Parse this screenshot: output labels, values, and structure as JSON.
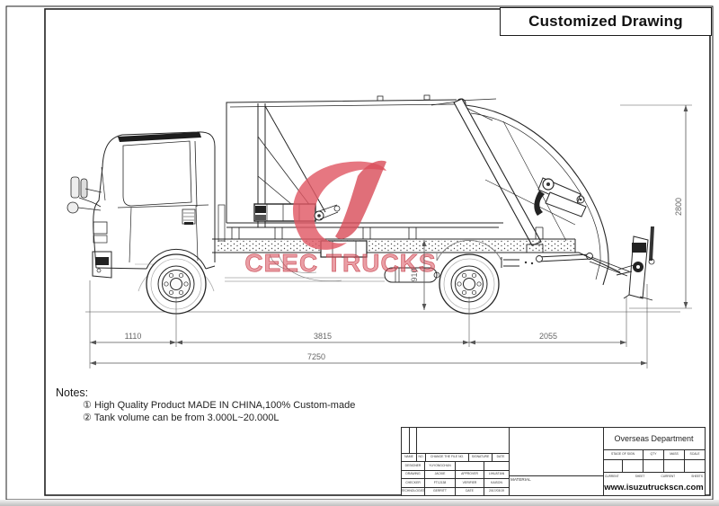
{
  "header": {
    "title": "Customized Drawing"
  },
  "watermark": {
    "text": "CEEC TRUCKS",
    "color": "#dd5560",
    "logo": "ceec-swoosh-logo"
  },
  "dimensions": {
    "front_overhang": "1110",
    "wheelbase": "3815",
    "rear_overhang": "2055",
    "overall_length": "7250",
    "overall_height": "2800",
    "frame_height": "910"
  },
  "notes": {
    "label": "Notes:",
    "items": [
      {
        "num": "①",
        "text": "High Quality Product MADE IN CHINA,100% Custom-made"
      },
      {
        "num": "②",
        "text": "Tank volume can be from 3.000L~20.000L"
      }
    ]
  },
  "title_block": {
    "department": "Overseas Department",
    "website": "www.isuzutruckscn.com",
    "material_label": "MATERIAL",
    "stage_header": [
      "STAGE OF SIGN",
      "QTY",
      "MASS",
      "SCALE"
    ],
    "sheet_row": [
      "CURRENT",
      "SHEET",
      "CURRENT",
      "SHEETS"
    ],
    "personnel_header": [
      "NAME",
      "NO.",
      "CHANGE THE FILE NO.",
      "SIGNATURE",
      "DATE"
    ],
    "personnel_rows": [
      [
        "DESIGNER",
        "YUYONGCHUN",
        "",
        ""
      ],
      [
        "DRAWING",
        "JACKIE",
        "APPROVER",
        "LIHUATIAN"
      ],
      [
        "CHECKER",
        "FT12138",
        "VERIFIER",
        "KAISON"
      ],
      [
        "TECHNOLOGIST",
        "GERRITT",
        "DATE",
        "2017/03/19"
      ]
    ]
  }
}
